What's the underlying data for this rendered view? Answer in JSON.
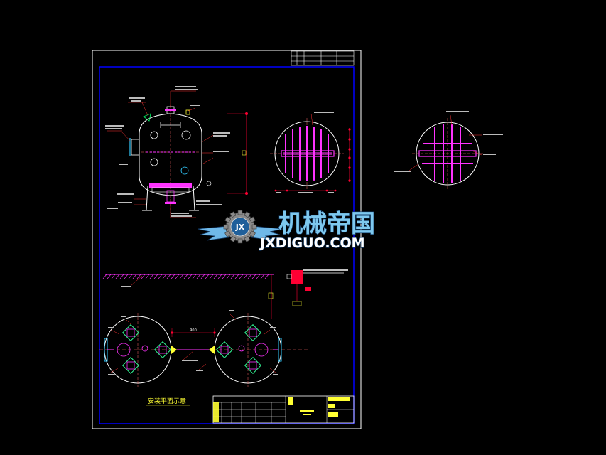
{
  "drawing": {
    "plan_title": "安装平面示意",
    "center_dimension": "900"
  },
  "watermark": {
    "brand_cn": "机械帝国",
    "brand_url": "JXDIGUO.COM",
    "logo_letters": "JX"
  },
  "colors": {
    "background": "#000000",
    "frame": "#ffffff",
    "border": "#0000ff",
    "vessel": "#ffffff",
    "piping": "#ff33ff",
    "dimension": "#ff0033",
    "leader": "#ff3333",
    "text": "#ffffff",
    "title_block": "#ffff33",
    "centerline": "#ff6666"
  }
}
